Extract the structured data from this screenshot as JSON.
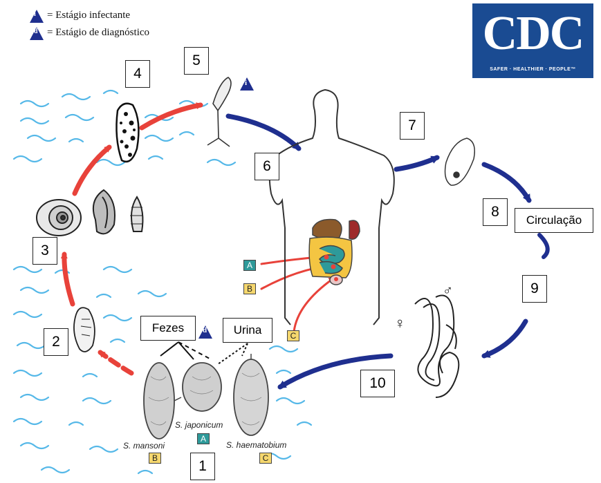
{
  "legend": {
    "infective_symbol": "i",
    "infective_text": "= Estágio infectante",
    "diagnostic_symbol": "d",
    "diagnostic_text": "= Estágio de diagnóstico"
  },
  "logo": {
    "main": "CDC",
    "tagline": "SAFER · HEALTHIER · PEOPLE™"
  },
  "steps": [
    "1",
    "2",
    "3",
    "4",
    "5",
    "6",
    "7",
    "8",
    "9",
    "10"
  ],
  "labels": {
    "fezes": "Fezes",
    "urina": "Urina",
    "circulacao": "Circulação"
  },
  "species": {
    "mansoni": "S. mansoni",
    "japonicum": "S. japonicum",
    "haematobium": "S. haematobium"
  },
  "tags": {
    "a": "A",
    "b": "B",
    "c": "C"
  },
  "stage_marks": {
    "infective": "i",
    "diagnostic": "d"
  },
  "sex_symbols": {
    "female": "♀",
    "male": "♂"
  },
  "colors": {
    "red_arrow": "#e8423a",
    "blue_arrow": "#1f2f8f",
    "water": "#55b8e8",
    "cdc_blue": "#1a4b92",
    "tag_a": "#2e9a9a",
    "tag_bc": "#f5d76e"
  }
}
